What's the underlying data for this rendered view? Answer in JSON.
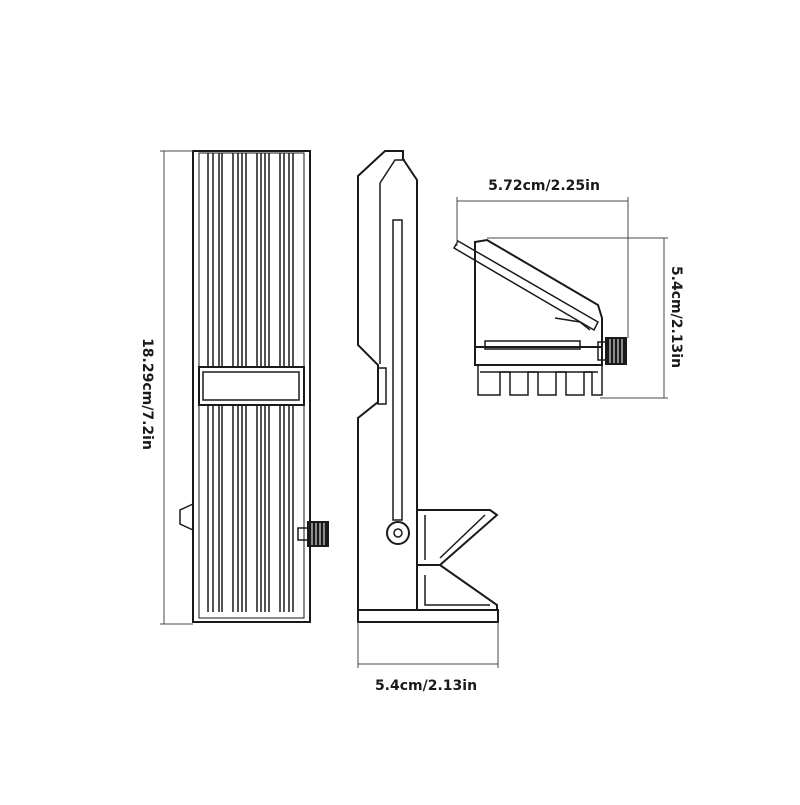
{
  "dimensions": {
    "height_label": "18.29cm/7.2in",
    "bottom_width_label": "5.4cm/2.13in",
    "top_width_label": "5.72cm/2.25in",
    "top_height_label": "5.4cm/2.13in"
  },
  "views": [
    {
      "name": "front-view",
      "shows": "slotted stand front"
    },
    {
      "name": "side-view",
      "shows": "stand profile with hinge"
    },
    {
      "name": "top-view",
      "shows": "folded base with thumb screw"
    }
  ],
  "colors": {
    "line": "#1a1a1a",
    "fill": "#ffffff",
    "guide": "#4a4a4a"
  }
}
